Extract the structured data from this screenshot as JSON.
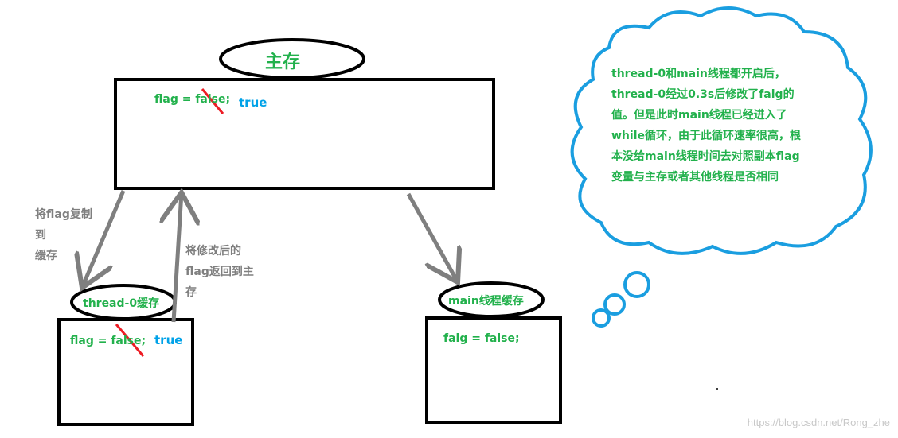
{
  "main_memory": {
    "title": "主存",
    "flag_text": "flag = false;",
    "new_value": "true"
  },
  "thread0": {
    "title": "thread-0缓存",
    "flag_text": "flag = false;",
    "new_value": "true"
  },
  "main_thread": {
    "title": "main线程缓存",
    "flag_text": "falg = false;"
  },
  "arrows": {
    "copy_label": [
      "将flag复制",
      "到",
      "缓存"
    ],
    "return_label": [
      "将修改后的",
      "flag返回到主",
      "存"
    ]
  },
  "note": {
    "lines": [
      "thread-0和main线程都开启后，",
      "thread-0经过0.3s后修改了falg的",
      "值。但是此时main线程已经进入了",
      "while循环，由于此循环速率很高，根",
      "本没给main线程时间去对照副本flag",
      "变量与主存或者其他线程是否相同"
    ]
  },
  "watermark": "https://blog.csdn.net/Rong_zhe",
  "colors": {
    "text_green": "#22b14c",
    "text_blue": "#00a2e8",
    "arrow_gray": "#7f7f7f",
    "strike_red": "#ed1c24",
    "cloud_blue": "#1a9ee0"
  }
}
